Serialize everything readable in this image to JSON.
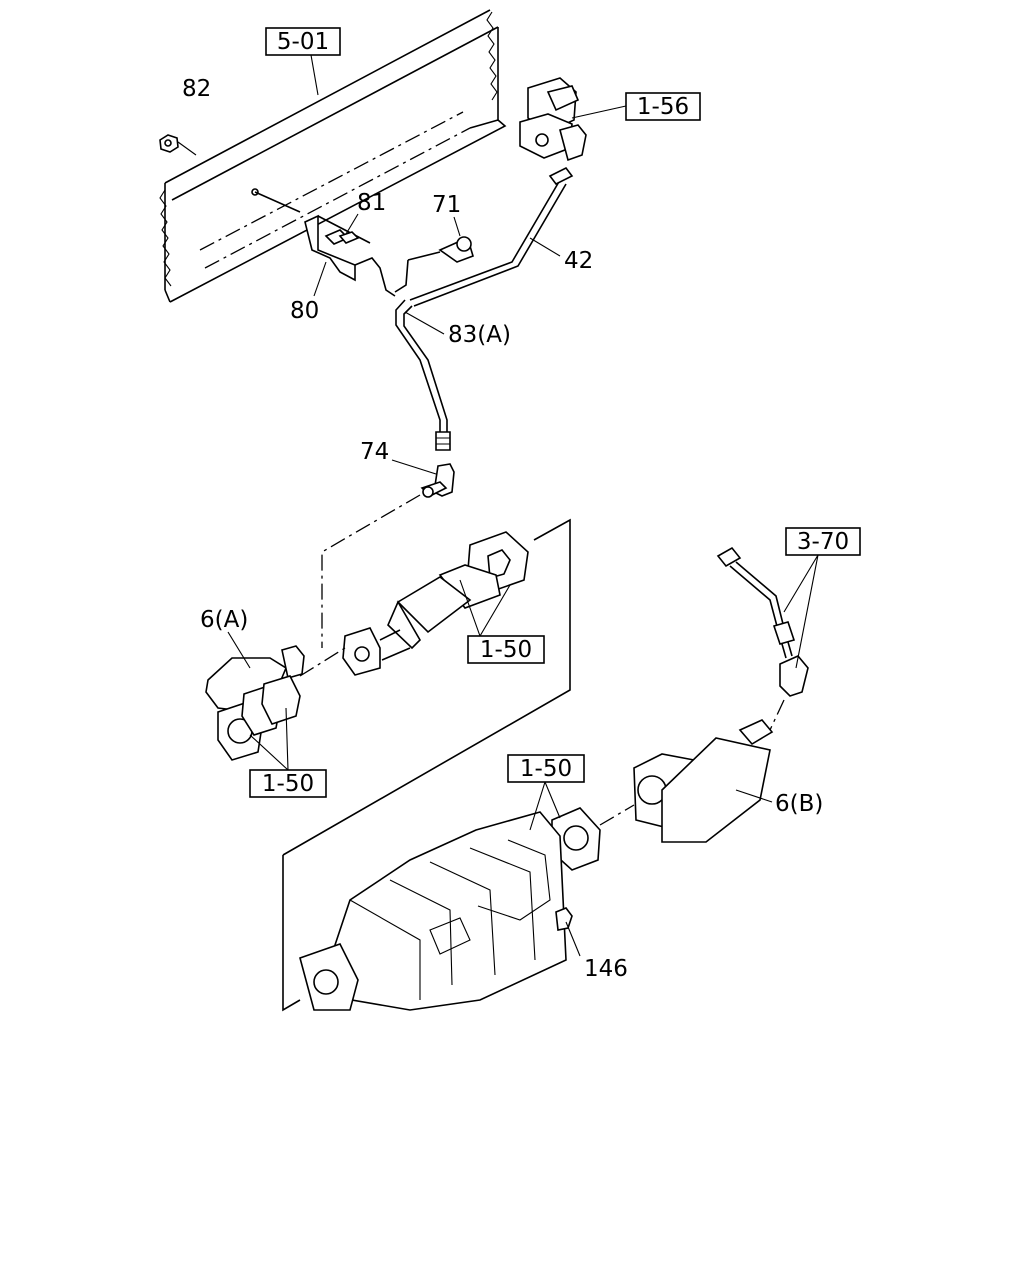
{
  "refs": {
    "r501": "5-01",
    "r156": "1-56",
    "r370": "3-70",
    "r150a": "1-50",
    "r150b": "1-50",
    "r150c": "1-50"
  },
  "labels": {
    "p82": "82",
    "p81": "81",
    "p71": "71",
    "p42": "42",
    "p80": "80",
    "p83a": "83(A)",
    "p74": "74",
    "p6a": "6(A)",
    "p6b": "6(B)",
    "p146": "146"
  }
}
